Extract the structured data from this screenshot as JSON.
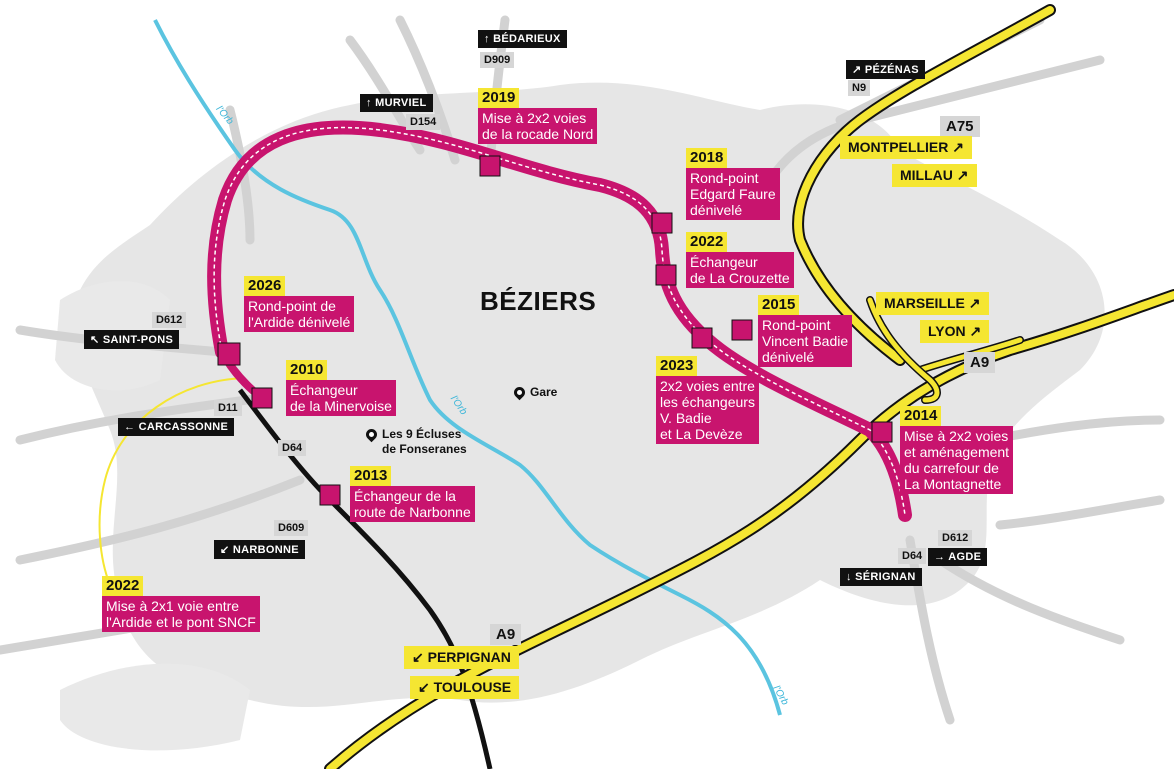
{
  "city": "BÉZIERS",
  "poi": {
    "gare": "Gare",
    "ecluses_line1": "Les 9 Écluses",
    "ecluses_line2": "de Fonseranes"
  },
  "river": "l'Orb",
  "projects": [
    {
      "id": "p2019",
      "year": "2019",
      "lines": [
        "Mise à 2x2 voies",
        "de la rocade Nord"
      ]
    },
    {
      "id": "p2018",
      "year": "2018",
      "lines": [
        "Rond-point",
        "Edgard Faure",
        "dénivelé"
      ]
    },
    {
      "id": "p2022a",
      "year": "2022",
      "lines": [
        "Échangeur",
        "de La Crouzette"
      ]
    },
    {
      "id": "p2015",
      "year": "2015",
      "lines": [
        "Rond-point",
        "Vincent Badie",
        "dénivelé"
      ]
    },
    {
      "id": "p2023",
      "year": "2023",
      "lines": [
        "2x2 voies entre",
        "les échangeurs",
        "V. Badie",
        "et La Devèze"
      ]
    },
    {
      "id": "p2014",
      "year": "2014",
      "lines": [
        "Mise à 2x2 voies",
        "et aménagement",
        "du carrefour de",
        "La Montagnette"
      ]
    },
    {
      "id": "p2026",
      "year": "2026",
      "lines": [
        "Rond-point de",
        "l'Ardide dénivelé"
      ]
    },
    {
      "id": "p2010",
      "year": "2010",
      "lines": [
        "Échangeur",
        "de la Minervoise"
      ]
    },
    {
      "id": "p2013",
      "year": "2013",
      "lines": [
        "Échangeur de la",
        "route de Narbonne"
      ]
    },
    {
      "id": "p2022b",
      "year": "2022",
      "lines": [
        "Mise à 2x1 voie entre",
        "l'Ardide et le pont SNCF"
      ]
    }
  ],
  "signs": {
    "bedarieux": "↑ BÉDARIEUX",
    "murviel": "↑ MURVIEL",
    "pezenas": "↗ PÉZÉNAS",
    "saint_pons": "↖ SAINT-PONS",
    "carcassonne": "← CARCASSONNE",
    "narbonne": "↙ NARBONNE",
    "agde": "→ AGDE",
    "serignan": "↓ SÉRIGNAN"
  },
  "road_codes": {
    "d909": "D909",
    "d154": "D154",
    "n9": "N9",
    "d612_w": "D612",
    "d11": "D11",
    "d64_w": "D64",
    "d609": "D609",
    "d612_e": "D612",
    "d64_e": "D64"
  },
  "highway_signs": {
    "montpellier": "MONTPELLIER ↗",
    "millau": "MILLAU ↗",
    "marseille": "MARSEILLE ↗",
    "lyon": "LYON ↗",
    "perpignan": "↙ PERPIGNAN",
    "toulouse": "↙ TOULOUSE"
  },
  "highway_codes": {
    "a75": "A75",
    "a9_e": "A9",
    "a9_s": "A9"
  },
  "colors": {
    "urban": "#e6e6e6",
    "river": "#5bc4e0",
    "motorway": "#f5e632",
    "motorway_outline": "#111111",
    "rocade": "#c8146e",
    "secondary_road": "#d4d4d4",
    "rail": "#111111"
  }
}
